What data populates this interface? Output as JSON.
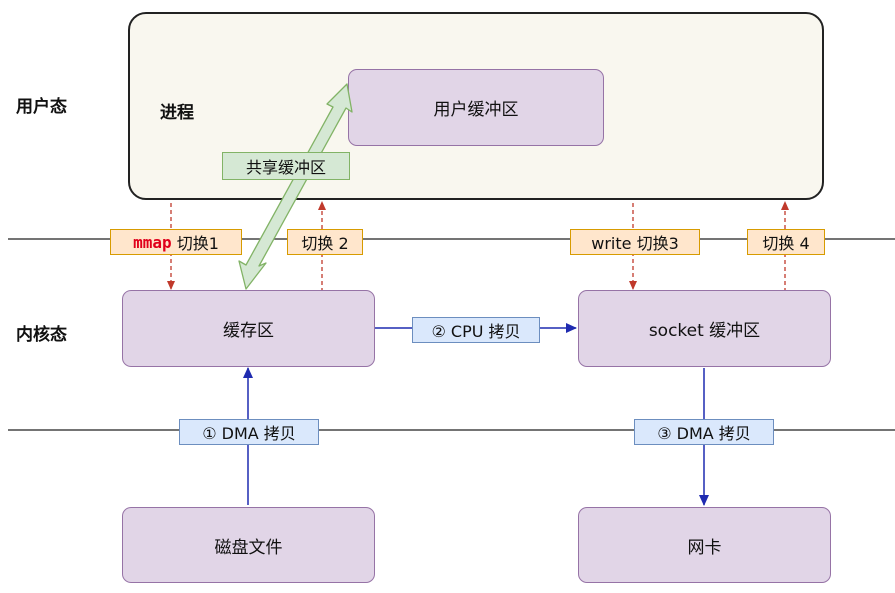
{
  "zones": {
    "user": "用户态",
    "kernel": "内核态"
  },
  "process": {
    "label": "进程",
    "user_buffer": "用户缓冲区"
  },
  "shared_buffer": "共享缓冲区",
  "boxes": {
    "cache": "缓存区",
    "socket_buffer": "socket 缓冲区",
    "disk": "磁盘文件",
    "nic": "网卡"
  },
  "switches": {
    "s1_cmd": "mmap",
    "s1_text": "切换1",
    "s2": "切换 2",
    "s3": "write 切换3",
    "s4": "切换 4"
  },
  "copies": {
    "dma1": "① DMA 拷贝",
    "cpu": "② CPU 拷贝",
    "dma2": "③ DMA 拷贝"
  },
  "colors": {
    "orange_fill": "#ffe6cc",
    "blue_fill": "#dae8fc",
    "green_fill": "#d5e8d4",
    "purple_fill": "#e1d5e7",
    "switch_arrow": "#c0392b",
    "copy_arrow": "#1f2bb0",
    "mmap_text": "#e0001b"
  }
}
